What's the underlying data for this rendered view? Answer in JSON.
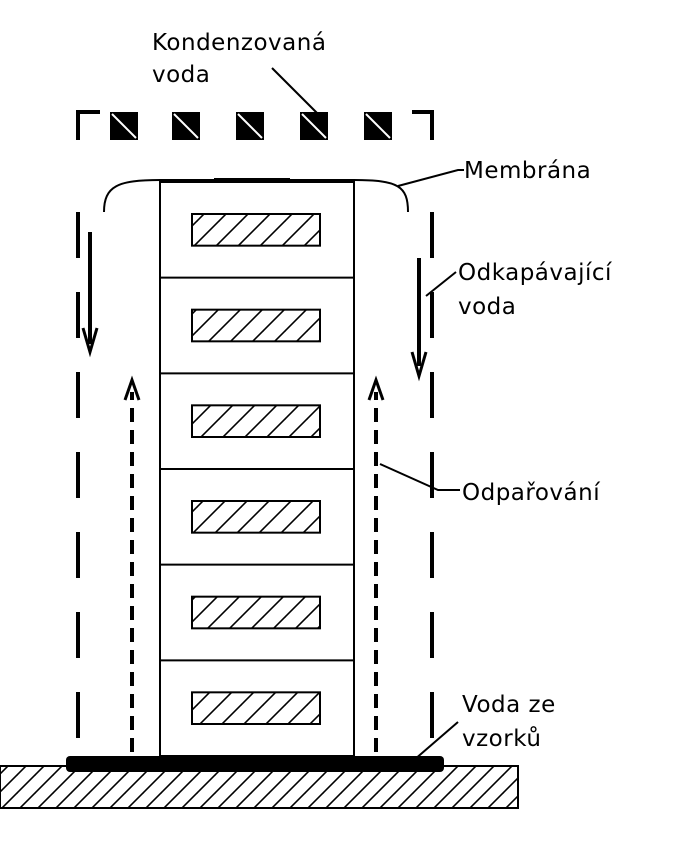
{
  "labels": {
    "condensed_water_line1": "Kondenzovaná",
    "condensed_water_line2": "voda",
    "membrane": "Membrána",
    "dripping_water_line1": "Odkapávající",
    "dripping_water_line2": "voda",
    "evaporation": "Odpařování",
    "sample_water_line1": "Voda  ze",
    "sample_water_line2": "vzorků"
  },
  "stack": {
    "box_count": 6
  },
  "colors": {
    "ink": "#000000",
    "background": "#ffffff"
  }
}
